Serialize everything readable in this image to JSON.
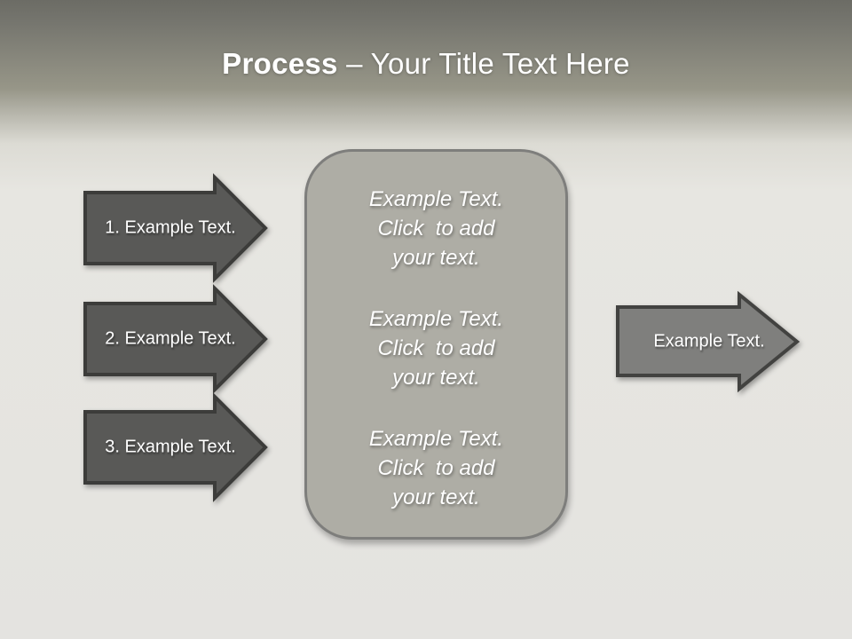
{
  "title": {
    "bold": "Process",
    "rest": "– Your Title Text Here"
  },
  "left_arrows": [
    {
      "label": "1. Example Text."
    },
    {
      "label": "2. Example Text."
    },
    {
      "label": "3. Example Text."
    }
  ],
  "center_box": {
    "blocks": [
      {
        "lines": [
          "Example Text.",
          "Click  to add",
          "your text."
        ]
      },
      {
        "lines": [
          "Example Text.",
          "Click  to add",
          "your text."
        ]
      },
      {
        "lines": [
          "Example Text.",
          "Click  to add",
          "your text."
        ]
      }
    ]
  },
  "right_arrow": {
    "label": "Example Text."
  },
  "colors": {
    "header_top": "#6c6c65",
    "header_mid": "#979688",
    "body_background": "#e5e4e1",
    "dark_arrow_fill": "#595957",
    "dark_arrow_stroke": "#3c3c3a",
    "light_arrow_fill": "#7f7f7d",
    "light_arrow_stroke": "#424240",
    "box_fill": "#aeada5",
    "box_stroke": "#7e7e7c",
    "text": "#ffffff"
  }
}
